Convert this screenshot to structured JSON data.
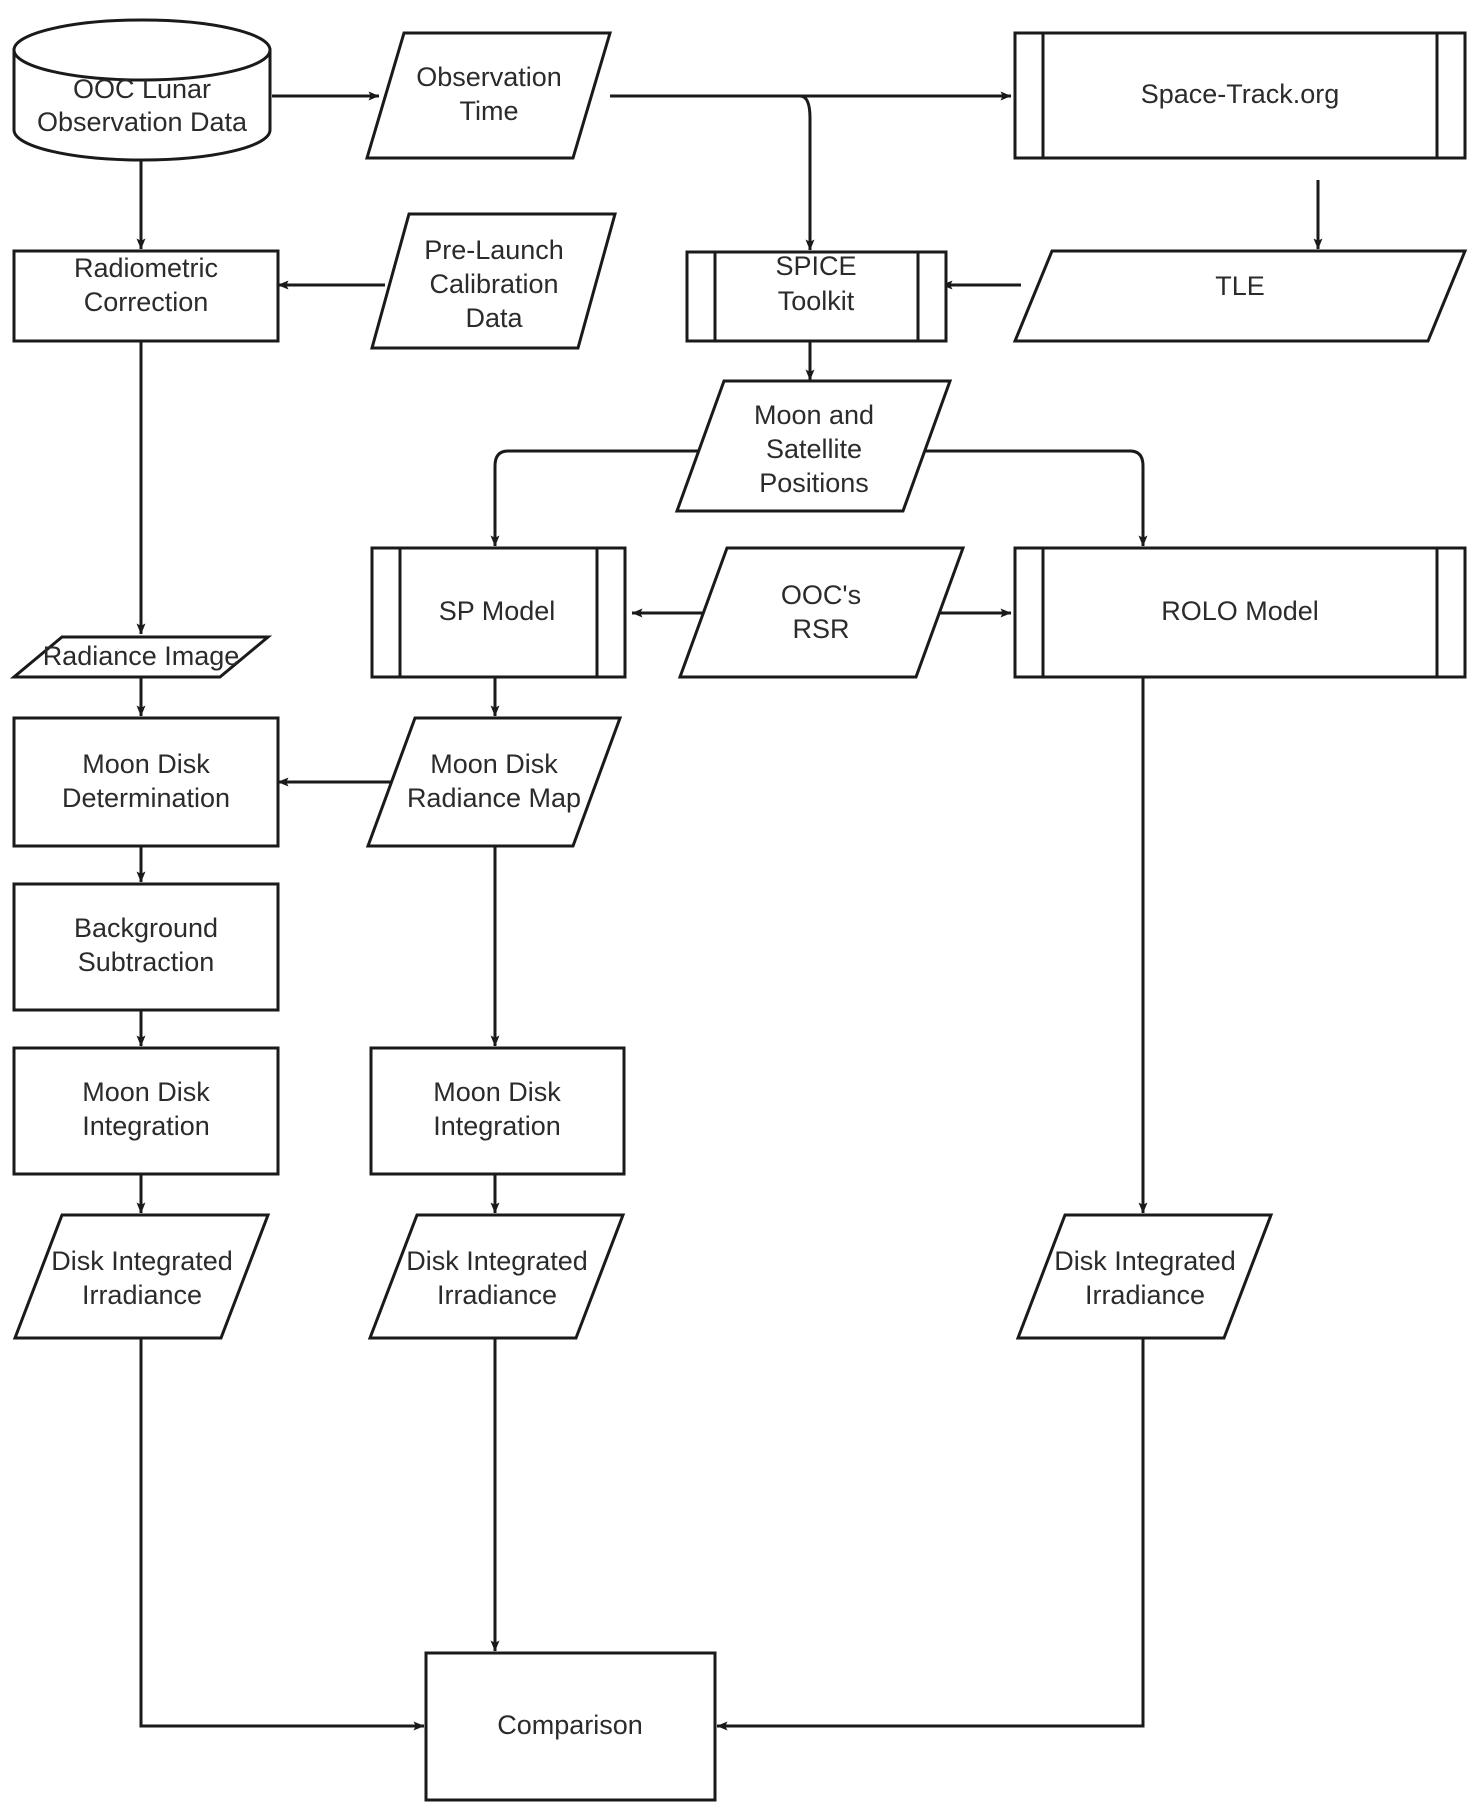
{
  "diagram": {
    "title": "Lunar Calibration Processing Flowchart",
    "colors": {
      "stroke": "#1a1a1a",
      "text": "#2b2b2b",
      "background": "#ffffff"
    },
    "nodes": {
      "ooc_lunar_observation_data": {
        "shape": "cylinder",
        "line1": "OOC Lunar",
        "line2": "Observation Data"
      },
      "observation_time": {
        "shape": "parallelogram",
        "line1": "Observation",
        "line2": "Time"
      },
      "space_track_org": {
        "shape": "predefined-process",
        "line1": "Space-Track.org",
        "line2": ""
      },
      "radiometric_correction": {
        "shape": "process",
        "line1": "Radiometric",
        "line2": "Correction"
      },
      "pre_launch_calibration_data": {
        "shape": "parallelogram",
        "line1": "Pre-Launch",
        "line2": "Calibration",
        "line3": "Data"
      },
      "spice_toolkit": {
        "shape": "predefined-process",
        "line1": "SPICE",
        "line2": "Toolkit"
      },
      "tle": {
        "shape": "parallelogram",
        "line1": "TLE",
        "line2": ""
      },
      "moon_and_satellite_positions": {
        "shape": "parallelogram",
        "line1": "Moon and",
        "line2": "Satellite",
        "line3": "Positions"
      },
      "radiance_image": {
        "shape": "parallelogram",
        "line1": "Radiance Image",
        "line2": ""
      },
      "sp_model": {
        "shape": "predefined-process",
        "line1": "SP Model",
        "line2": ""
      },
      "oocs_rsr": {
        "shape": "parallelogram",
        "line1": "OOC's",
        "line2": "RSR"
      },
      "rolo_model": {
        "shape": "predefined-process",
        "line1": "ROLO Model",
        "line2": ""
      },
      "moon_disk_determination": {
        "shape": "process",
        "line1": "Moon Disk",
        "line2": "Determination"
      },
      "moon_disk_radiance_map": {
        "shape": "parallelogram",
        "line1": "Moon Disk",
        "line2": "Radiance Map"
      },
      "background_subtraction": {
        "shape": "process",
        "line1": "Background",
        "line2": "Subtraction"
      },
      "moon_disk_integration_left": {
        "shape": "process",
        "line1": "Moon Disk",
        "line2": "Integration"
      },
      "moon_disk_integration_mid": {
        "shape": "process",
        "line1": "Moon Disk",
        "line2": "Integration"
      },
      "disk_integrated_irradiance_left": {
        "shape": "parallelogram",
        "line1": "Disk Integrated",
        "line2": "Irradiance"
      },
      "disk_integrated_irradiance_mid": {
        "shape": "parallelogram",
        "line1": "Disk Integrated",
        "line2": "Irradiance"
      },
      "disk_integrated_irradiance_right": {
        "shape": "parallelogram",
        "line1": "Disk Integrated",
        "line2": "Irradiance"
      },
      "comparison": {
        "shape": "process",
        "line1": "Comparison",
        "line2": ""
      }
    },
    "edges": [
      {
        "from": "ooc_lunar_observation_data",
        "to": "observation_time"
      },
      {
        "from": "ooc_lunar_observation_data",
        "to": "radiometric_correction"
      },
      {
        "from": "observation_time",
        "to": "space_track_org"
      },
      {
        "from": "observation_time",
        "to": "spice_toolkit"
      },
      {
        "from": "space_track_org",
        "to": "tle"
      },
      {
        "from": "tle",
        "to": "spice_toolkit"
      },
      {
        "from": "pre_launch_calibration_data",
        "to": "radiometric_correction"
      },
      {
        "from": "spice_toolkit",
        "to": "moon_and_satellite_positions"
      },
      {
        "from": "moon_and_satellite_positions",
        "to": "sp_model"
      },
      {
        "from": "moon_and_satellite_positions",
        "to": "rolo_model"
      },
      {
        "from": "radiometric_correction",
        "to": "radiance_image"
      },
      {
        "from": "oocs_rsr",
        "to": "sp_model"
      },
      {
        "from": "oocs_rsr",
        "to": "rolo_model"
      },
      {
        "from": "radiance_image",
        "to": "moon_disk_determination"
      },
      {
        "from": "sp_model",
        "to": "moon_disk_radiance_map"
      },
      {
        "from": "moon_disk_radiance_map",
        "to": "moon_disk_determination"
      },
      {
        "from": "moon_disk_determination",
        "to": "background_subtraction"
      },
      {
        "from": "background_subtraction",
        "to": "moon_disk_integration_left"
      },
      {
        "from": "moon_disk_radiance_map",
        "to": "moon_disk_integration_mid"
      },
      {
        "from": "moon_disk_integration_left",
        "to": "disk_integrated_irradiance_left"
      },
      {
        "from": "moon_disk_integration_mid",
        "to": "disk_integrated_irradiance_mid"
      },
      {
        "from": "rolo_model",
        "to": "disk_integrated_irradiance_right"
      },
      {
        "from": "disk_integrated_irradiance_left",
        "to": "comparison"
      },
      {
        "from": "disk_integrated_irradiance_mid",
        "to": "comparison"
      },
      {
        "from": "disk_integrated_irradiance_right",
        "to": "comparison"
      }
    ]
  }
}
